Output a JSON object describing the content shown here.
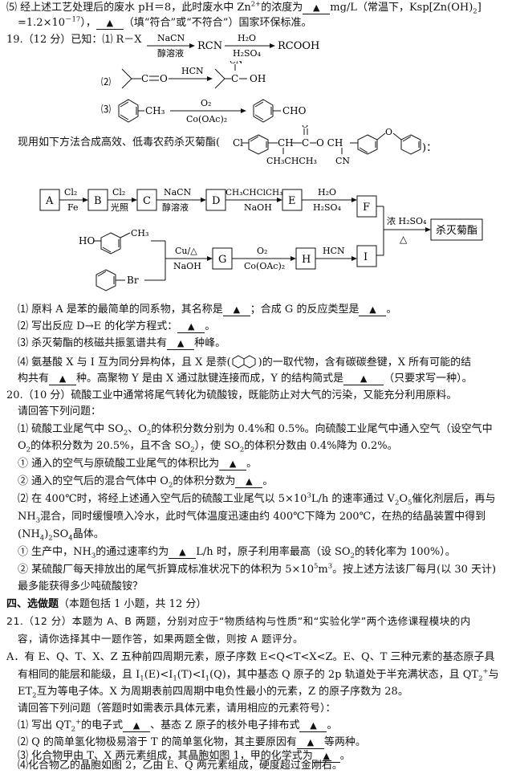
{
  "q18_5": {
    "text_a": "⑸ 经上述工艺处理后的废水 pH＝8，此时废水中 Zn",
    "text_b": "的浓度为",
    "text_c": "mg/L（常温下，Ksp[Zn(OH)",
    "text_d": "=1.2×10",
    "text_e": "），",
    "text_f": "（填“符合”或“不符合”）国家环保标准。"
  },
  "q19": {
    "head": "19.（12 分）已知：⑴ R－X",
    "r1": {
      "top": "NaCN",
      "bottom": "醇溶液",
      "mid": "RCN",
      "top2": "H₂O",
      "bottom2": "H₂SO₄",
      "end": "RCOOH"
    },
    "r2": {
      "label": "⑵",
      "reagent": "HCN",
      "prod_cn": "CN",
      "prod_oh": "OH"
    },
    "r3": {
      "label": "⑶",
      "ch3": "CH₃",
      "top": "O₂",
      "bottom": "Co(OAc)₂",
      "cho": "CHO"
    },
    "intro_a": "现用如下方法合成高效、低毒农药杀灭菊酯(",
    "intro_b": ")：",
    "mol": {
      "cl": "Cl",
      "ch": "CH",
      "c": "C",
      "o": "O",
      "och": "O CH",
      "cn": "CN",
      "iso": "CH₃CHCH₃"
    },
    "flow": {
      "A": "A",
      "B": "B",
      "C": "C",
      "D": "D",
      "E": "E",
      "F": "F",
      "G": "G",
      "H": "H",
      "I": "I",
      "ab_top": "Cl₂",
      "ab_bot": "Fe",
      "bc_top": "Cl₂",
      "bc_bot": "光照",
      "cd_top": "NaCN",
      "cd_bot": "醇溶液",
      "de_top": "CH₃CHClCH₃",
      "de_bot": "NaOH",
      "ef_top": "H₂O",
      "ef_bot": "H₂SO₄",
      "fp_top": "浓 H₂SO₄",
      "fp_bot": "△",
      "product": "杀灭菊酯",
      "g_top": "Cu/△",
      "g_bot": "NaOH",
      "gh_top": "O₂",
      "gh_bot": "Co(OAc)₂",
      "hi_top": "HCN",
      "ho": "HO",
      "ch3": "CH₃",
      "br": "Br"
    },
    "sub1_a": "⑴ 原料 A 是苯的最简单的同系物，其名称是",
    "sub1_b": "；合成 G 的反应类型是",
    "sub2": "⑵ 写出反应 D→E 的化学方程式：",
    "sub3_a": "⑶ 杀灭菊酯的核磁共振氢谱共有",
    "sub3_b": "种峰。",
    "sub4_a": "⑷ 氨基酸 X 与 I 互为同分异构体，且 X 是萘(",
    "sub4_b": ")的一取代物，含有碳碳叁键，X 所有可能的结",
    "sub4_c": "构共有",
    "sub4_d": "种。高聚物 Y 是由 X 通过肽键连接而成，Y 的结构简式是",
    "sub4_e": "（只要求写一种）。"
  },
  "q20": {
    "head": "20.（10 分）硫酸工业中通常将尾气转化为硫酸铵，既能防止对大气的污染，又能充分利用原料。",
    "ask": "请回答下列问题：",
    "p1_a": "⑴ 硫酸工业尾气中 SO",
    "p1_b": "、O",
    "p1_c": "的体积分数分别为 0.4%和 0.5%。向硫酸工业尾气中通入空气（设空气中",
    "p1_d": "O",
    "p1_e": "的体积分数为 20.5%，且不含 SO",
    "p1_f": "），使 SO",
    "p1_g": "的体积分数由 0.4%降为 0.2%。",
    "c1": "① 通入的空气与原硫酸工业尾气的体积比为",
    "c2_a": "② 通入的空气后的混合气体中 O",
    "c2_b": "的体积分数为",
    "p2_a": "⑵ 在 400℃时，将经上述通入空气后的硫酸工业尾气以 5×10",
    "p2_b": "L/h 的速率通过 V",
    "p2_c": "O",
    "p2_d": "催化剂层后，再与",
    "p2_e": "NH",
    "p2_f": "混合，同时缓慢喷入冷水，此时气体温度迅速由约 400℃下降为 200℃，在热的结晶装置中得到",
    "p2_g": "(NH",
    "p2_h": ")",
    "p2_i": "SO",
    "p2_j": "晶体。",
    "d1_a": "① 生产中，NH",
    "d1_b": "的通过速率约为",
    "d1_c": "L/h 时，原子利用率最高（设 SO",
    "d1_d": "的转化率为 100%）。",
    "d2_a": "② 某硫酸厂每天排放出的尾气折算成标准状况下的体积为 5×10",
    "d2_b": "m",
    "d2_c": "。按上述方法该厂每月(以 30 天计)",
    "d2_d": "最多能获得多少吨硫酸铵？"
  },
  "sec4": {
    "title": "四、选做题",
    "note": "（本题包括 1 小题，共 12 分）"
  },
  "q21": {
    "head": "21.（12 分）本题为 A、B 两题，分别对应于“物质结构与性质”和“实验化学”两个选修课程模块的内",
    "head2": "容，请你选择其中一题作答，如果两题全做，则按 A 题评分。",
    "a1": "A．有 E、Q、T、X、Z 五种前四周期元素，原子序数 E<Q<T<X<Z。E、Q、T 三种元素的基态原子具",
    "a2_a": "有相同的能层和能级，且 I",
    "a2_b": "(E)<I",
    "a2_c": "(T)<I",
    "a2_d": "(Q)，其中基态 Q 原子的 2p 轨道处于半充满状态，且 QT",
    "a2_e": "与",
    "a3_a": "ET",
    "a3_b": "互为等电子体。X 为周期表前四周期中电负性最小的元素，Z 的原子序数为 28。",
    "ask": "请回答下列问题（答题时如需表示具体元素，请用相应的元素符号）：",
    "s1_a": "⑴ 写出 QT",
    "s1_b": "的电子式",
    "s1_c": "、基态 Z 原子的核外电子排布式",
    "s2_a": "⑵ Q 的简单氢化物极易溶于 T 的简单氢化物，其主要原因有",
    "s2_b": "等两种。",
    "s3_a": "⑶ 化合物甲由 T、X 两元素组成，其晶胞如图 1，甲的化学式为",
    "s4": "⑷化合物乙的晶胞如图 2，乙由 E、Q 两元素组成，硬度超过金刚石。"
  },
  "common": {
    "blank": "▲",
    "exp_2plus": "2+",
    "exp_minus17": "－17",
    "sub_2": "2",
    "sub_3": "3",
    "sub_4": "4",
    "sub_5": "5",
    "sub_1": "1",
    "sup_plus": "+",
    "sup_3": "3",
    "sup_5": "5",
    "sub2close": "2",
    "close_paren": "]",
    "period": "。"
  }
}
